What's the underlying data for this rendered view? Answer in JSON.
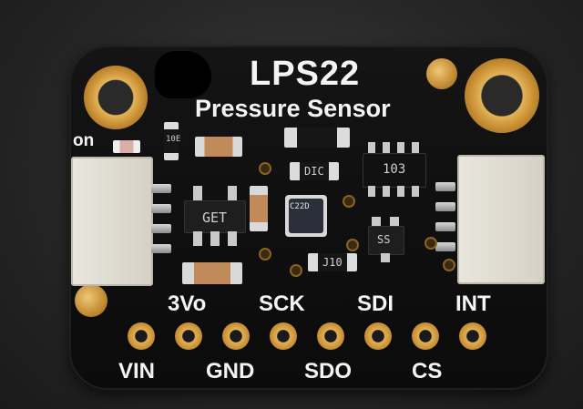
{
  "board": {
    "title": "LPS22",
    "subtitle": "Pressure Sensor",
    "led_label": "on",
    "top_pin_labels": [
      "3Vo",
      "SCK",
      "SDI",
      "INT"
    ],
    "bottom_pin_labels": [
      "VIN",
      "GND",
      "SDO",
      "CS"
    ],
    "chip_markings": {
      "regulator": "GET",
      "sensor": "C22D",
      "resistor_array": "103",
      "mosfet": "SS",
      "res_a": "10E",
      "res_b": "DIC",
      "res_c": "J10"
    }
  }
}
